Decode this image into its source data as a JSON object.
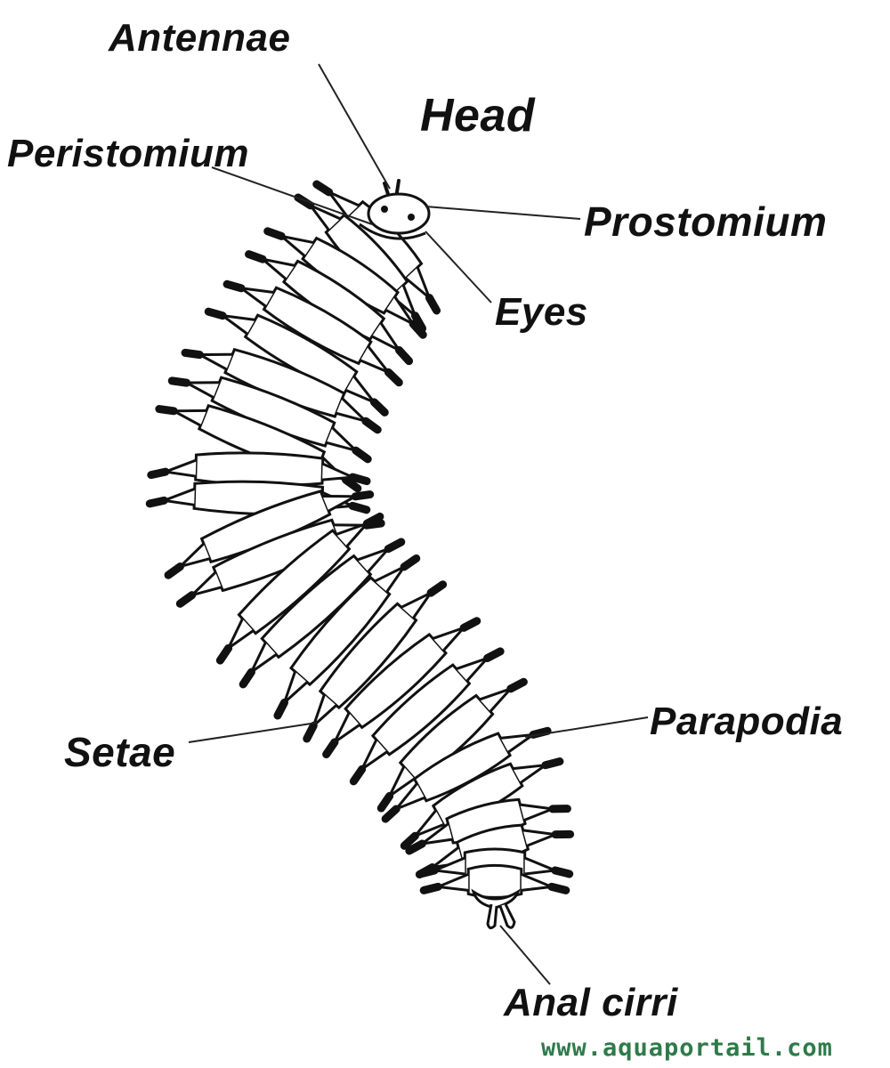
{
  "labels": {
    "antennae": "Antennae",
    "head": "Head",
    "peristomium": "Peristomium",
    "prostomium": "Prostomium",
    "eyes": "Eyes",
    "parapodia": "Parapodia",
    "setae": "Setae",
    "anal_cirri": "Anal cirri"
  },
  "watermark": "www.aquaportail.com",
  "colors": {
    "ink": "#111111",
    "watermark": "#2f7a4a",
    "background": "#ffffff"
  }
}
